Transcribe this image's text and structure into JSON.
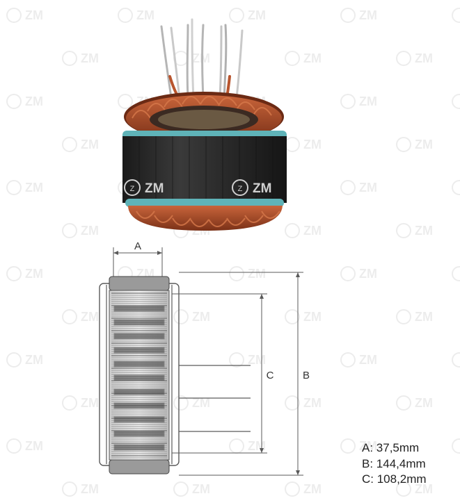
{
  "watermark": {
    "text": "ZM"
  },
  "photo": {
    "subject": "alternator-stator-photo",
    "brand_mark": "ZM"
  },
  "drawing": {
    "label_a": "A",
    "label_b": "B",
    "label_c": "C"
  },
  "dimensions": [
    {
      "key": "A",
      "text": "A: 37,5mm"
    },
    {
      "key": "B",
      "text": "B: 144,4mm"
    },
    {
      "key": "C",
      "text": "C: 108,2mm"
    }
  ],
  "colors": {
    "copper": "#b8552e",
    "copper_dark": "#6b2a14",
    "core": "#2a2a2a",
    "insulation": "#5fb3b8",
    "line": "#5a5a5a"
  }
}
